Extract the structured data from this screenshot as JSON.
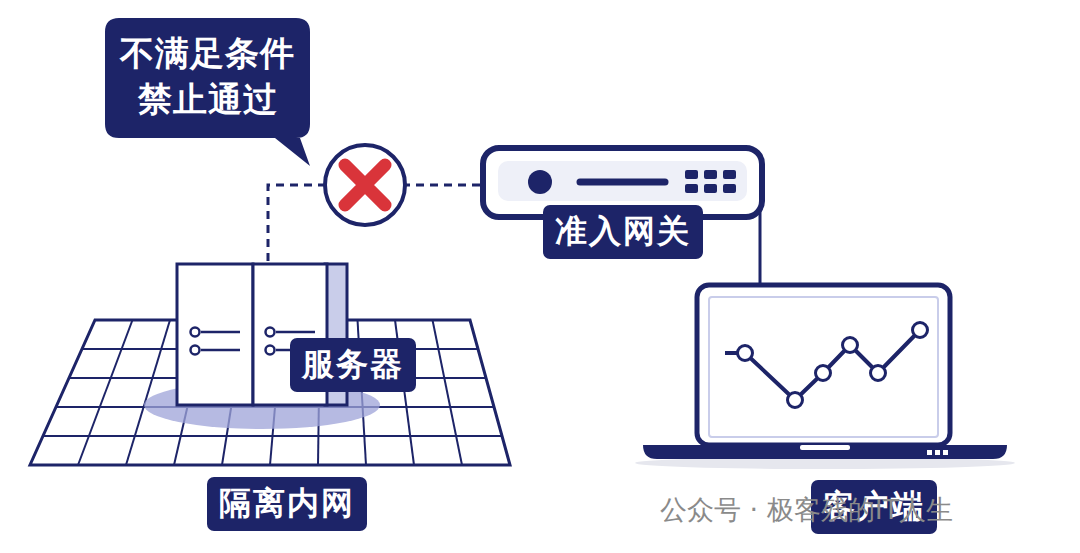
{
  "diagram": {
    "nodes": [
      {
        "text": [
          "不满足条件 禁止通过"
        ]
      },
      {
        "text": [
          "准入网关"
        ]
      },
      {
        "text": [
          "隔离内网"
        ]
      },
      {
        "text": [
          "服务器"
        ],
        "in": 2
      },
      {
        "text": [
          "客户端"
        ]
      }
    ],
    "edges": [
      {
        "from": 1,
        "to": 3,
        "arrow": "none"
      },
      {
        "from": 1,
        "to": 4,
        "arrow": "none"
      }
    ],
    "labels": [
      "公众号 · 极客残的IT人生"
    ]
  }
}
